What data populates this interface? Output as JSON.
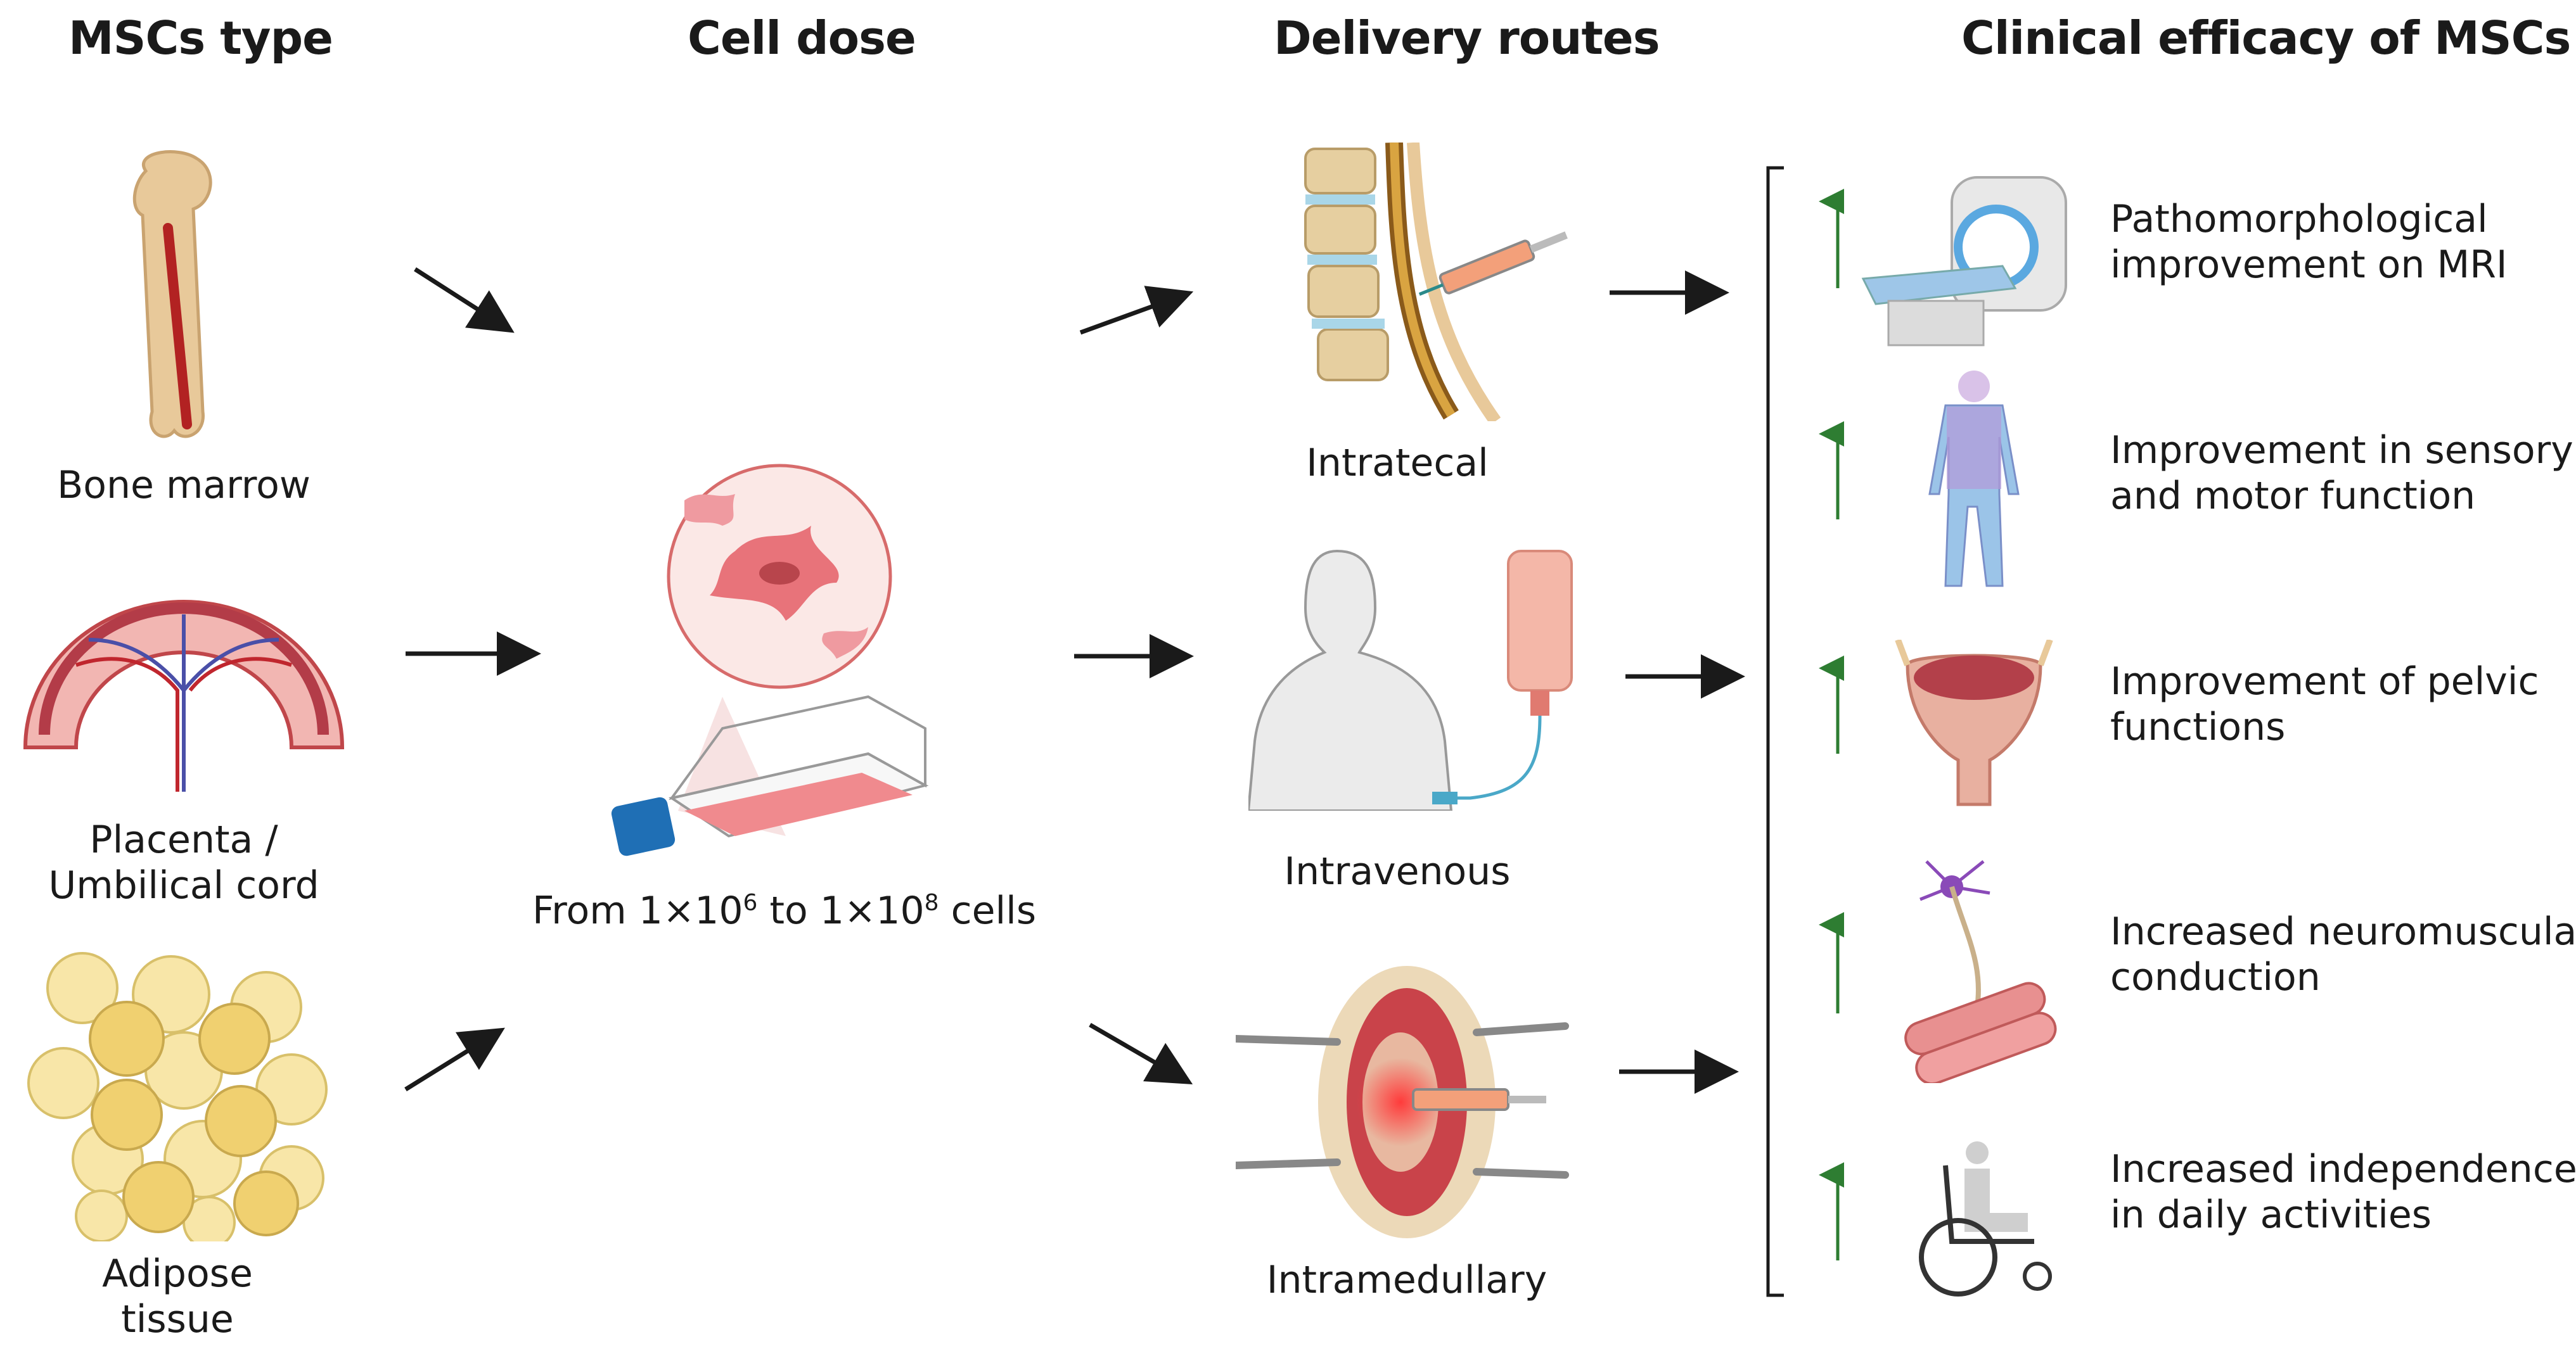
{
  "headings": {
    "type": "MSCs type",
    "dose": "Cell dose",
    "routes": "Delivery routes",
    "efficacy": "Clinical efficacy of MSCs"
  },
  "sources": [
    {
      "line1": "Bone marrow",
      "line2": ""
    },
    {
      "line1": "Placenta /",
      "line2": "Umbilical cord"
    },
    {
      "line1": "Adipose",
      "line2": "tissue"
    }
  ],
  "dose": {
    "prefix": "From 1×10",
    "exp1": "6",
    "middle": " to 1×10",
    "exp2": "8",
    "suffix": " cells"
  },
  "routes": [
    "Intratecal",
    "Intravenous",
    "Intramedullary"
  ],
  "efficacy": [
    {
      "line1": "Pathomorphological",
      "line2": "improvement on MRI"
    },
    {
      "line1": "Improvement in sensory",
      "line2": "and motor function"
    },
    {
      "line1": "Improvement of pelvic",
      "line2": "functions"
    },
    {
      "line1": "Increased neuromuscular",
      "line2": "conduction"
    },
    {
      "line1": "Increased independence",
      "line2": "in daily activities"
    }
  ],
  "colors": {
    "up_arrow": "#2e7d32",
    "arrow": "#1a1a1a",
    "cell_pink": "#e8737a",
    "flask_cap": "#1f6fb5"
  }
}
